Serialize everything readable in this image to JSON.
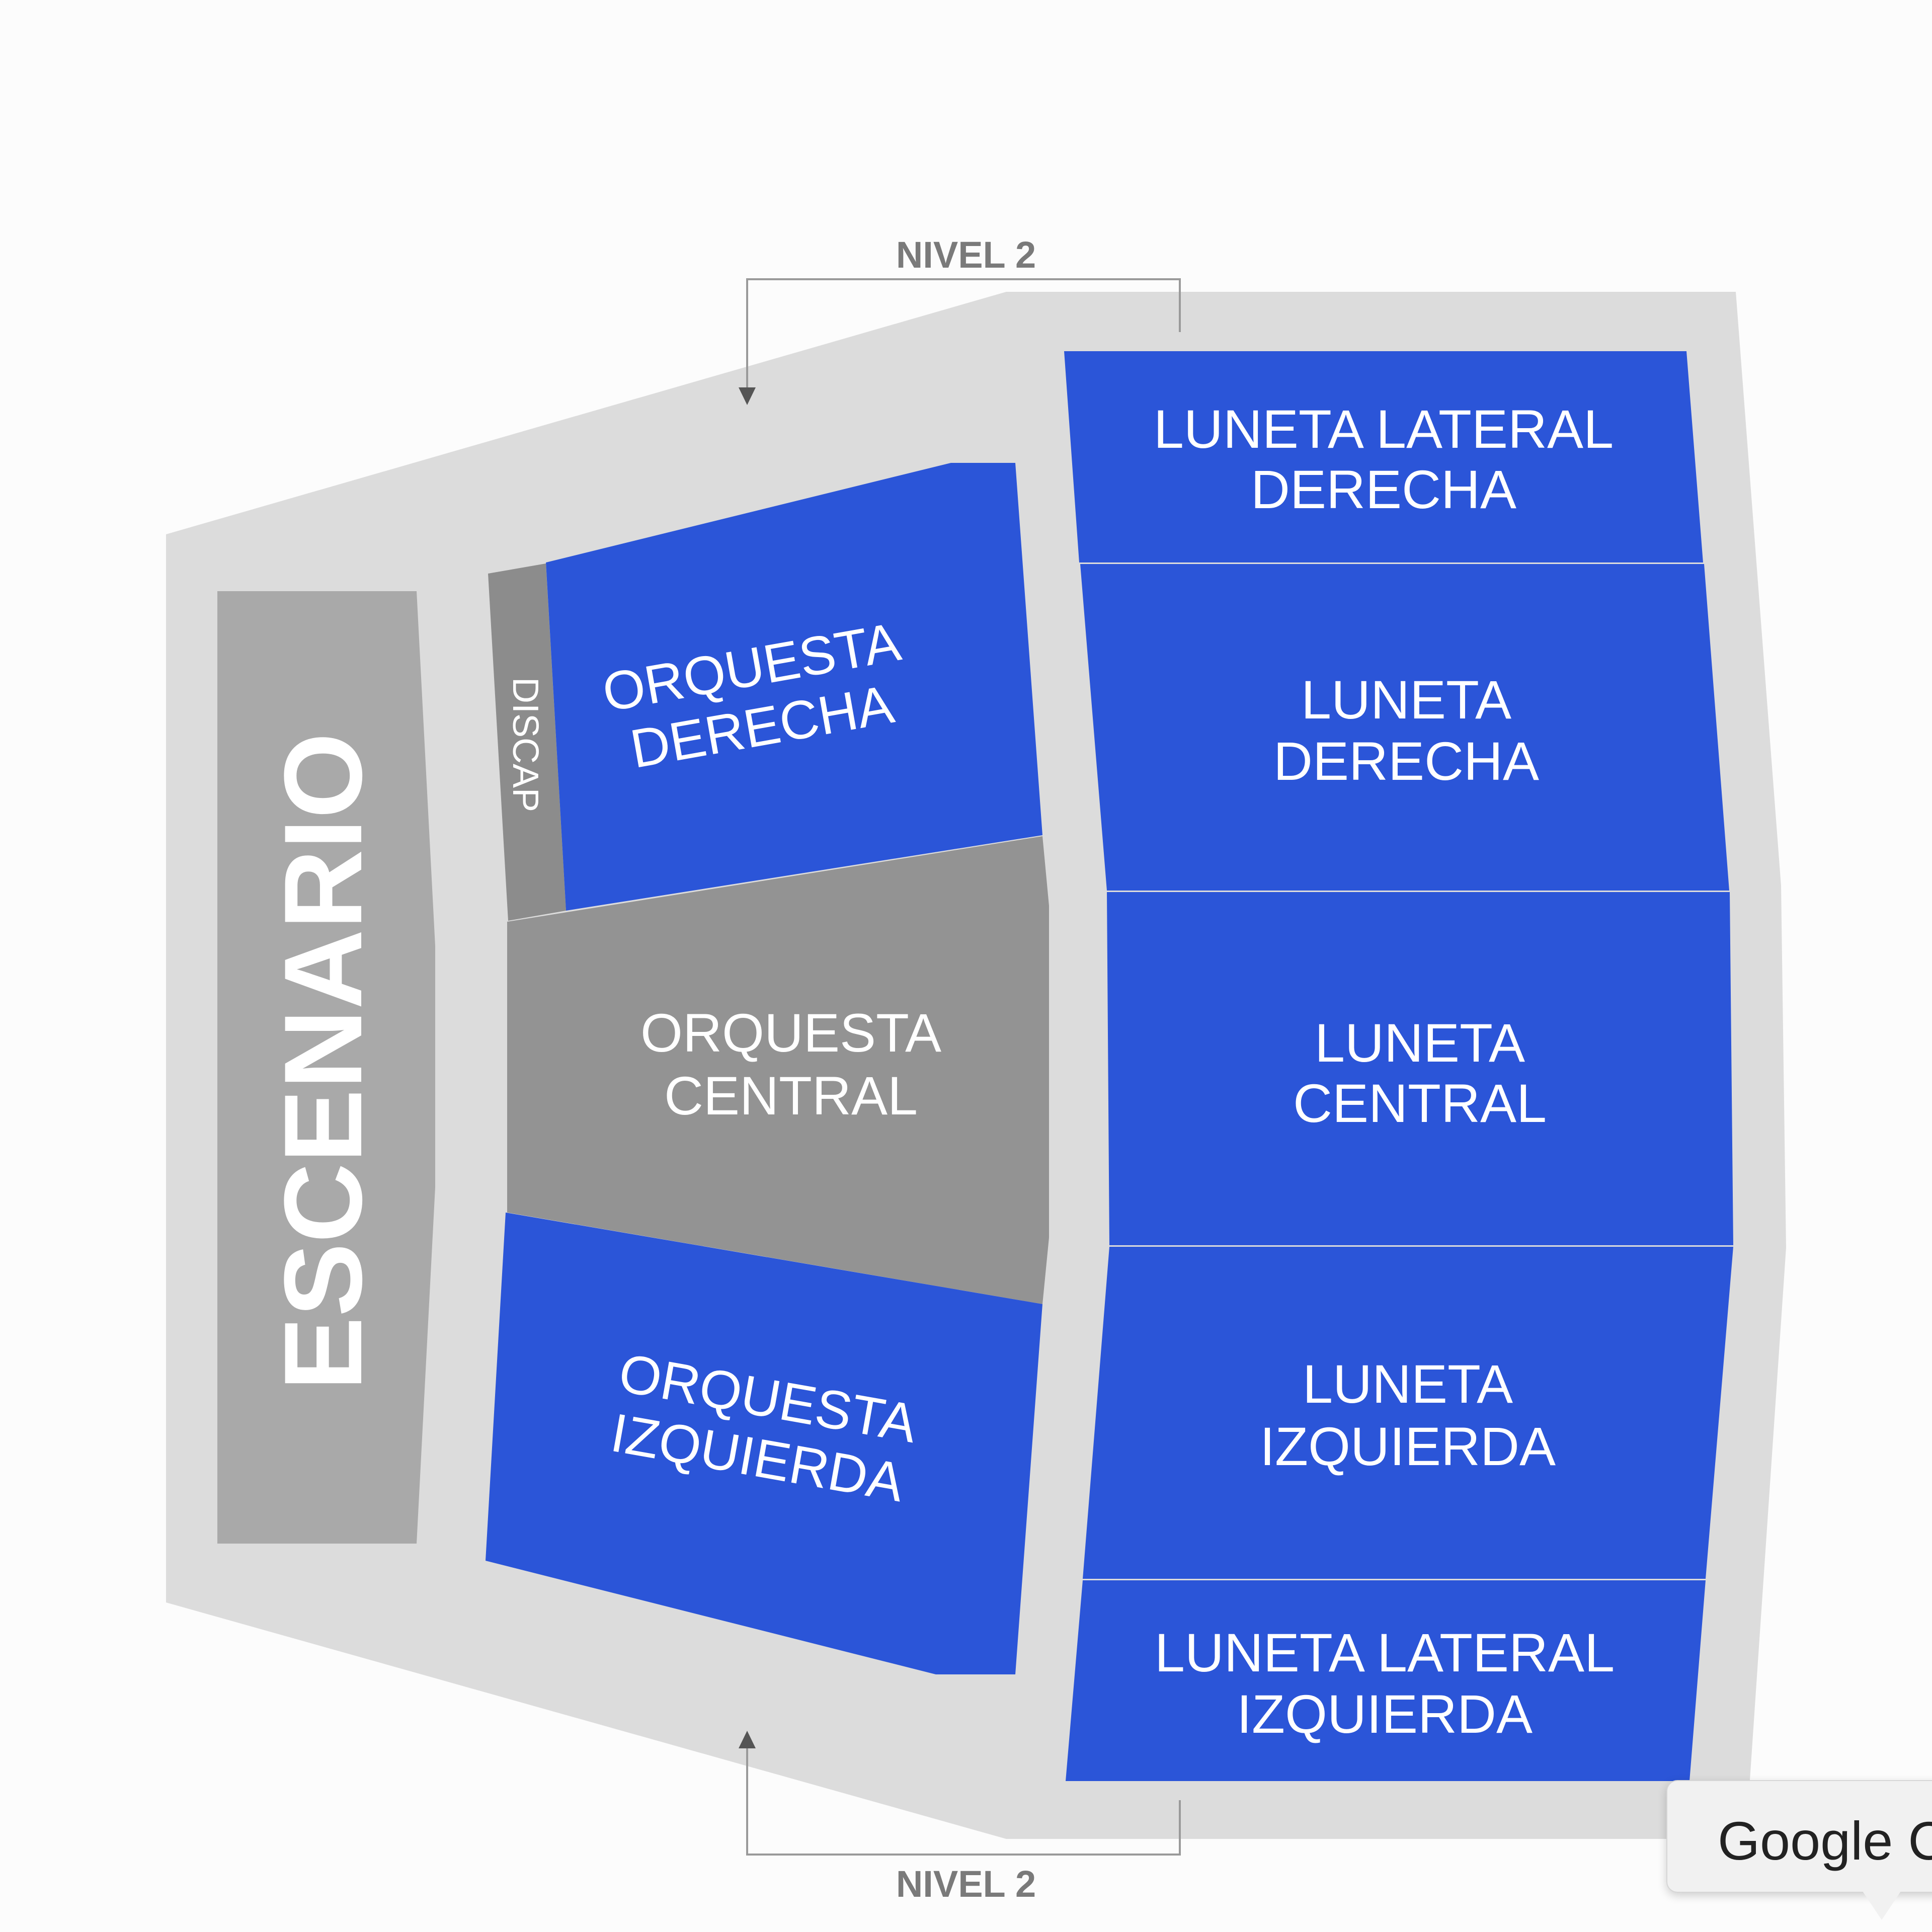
{
  "colors": {
    "available": "#2b55d8",
    "unavailable": "#939393",
    "venue_outline": "#dcdcdc",
    "stage": "#a9a9a9",
    "discap": "#8c8c8c",
    "nivel_text": "#7a7a7a"
  },
  "nivel_top": {
    "label": "NIVEL 2"
  },
  "nivel_bottom": {
    "label": "NIVEL 2"
  },
  "stage": {
    "label": "ESCENARIO"
  },
  "discap": {
    "label": "DISCAP"
  },
  "sections": {
    "orquesta_derecha": {
      "line1": "ORQUESTA",
      "line2": "DERECHA",
      "status": "available"
    },
    "orquesta_central": {
      "line1": "ORQUESTA",
      "line2": "CENTRAL",
      "status": "unavailable"
    },
    "orquesta_izquierda": {
      "line1": "ORQUESTA",
      "line2": "IZQUIERDA",
      "status": "available"
    },
    "luneta_lateral_derecha": {
      "line1": "LUNETA LATERAL",
      "line2": "DERECHA",
      "status": "available"
    },
    "luneta_derecha": {
      "line1": "LUNETA",
      "line2": "DERECHA",
      "status": "available"
    },
    "luneta_central": {
      "line1": "LUNETA",
      "line2": "CENTRAL",
      "status": "available"
    },
    "luneta_izquierda": {
      "line1": "LUNETA",
      "line2": "IZQUIERDA",
      "status": "available"
    },
    "luneta_lateral_izquierda": {
      "line1": "LUNETA LATERAL",
      "line2": "IZQUIERDA",
      "status": "available"
    }
  },
  "tooltip": {
    "text": "Google C"
  }
}
